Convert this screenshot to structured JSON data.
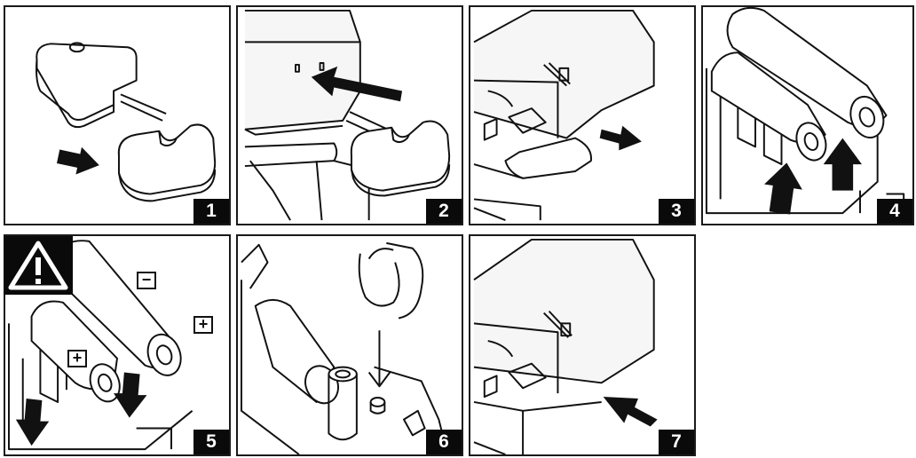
{
  "steps": [
    {
      "number": "1"
    },
    {
      "number": "2"
    },
    {
      "number": "3"
    },
    {
      "number": "4"
    },
    {
      "number": "5"
    },
    {
      "number": "6"
    },
    {
      "number": "7"
    }
  ],
  "polarity": {
    "minus": "−",
    "plus_a": "+",
    "plus_b": "+"
  },
  "colors": {
    "ink": "#111111",
    "badge": "#0a0a0a",
    "arrow": "#111111",
    "paper": "#ffffff"
  }
}
